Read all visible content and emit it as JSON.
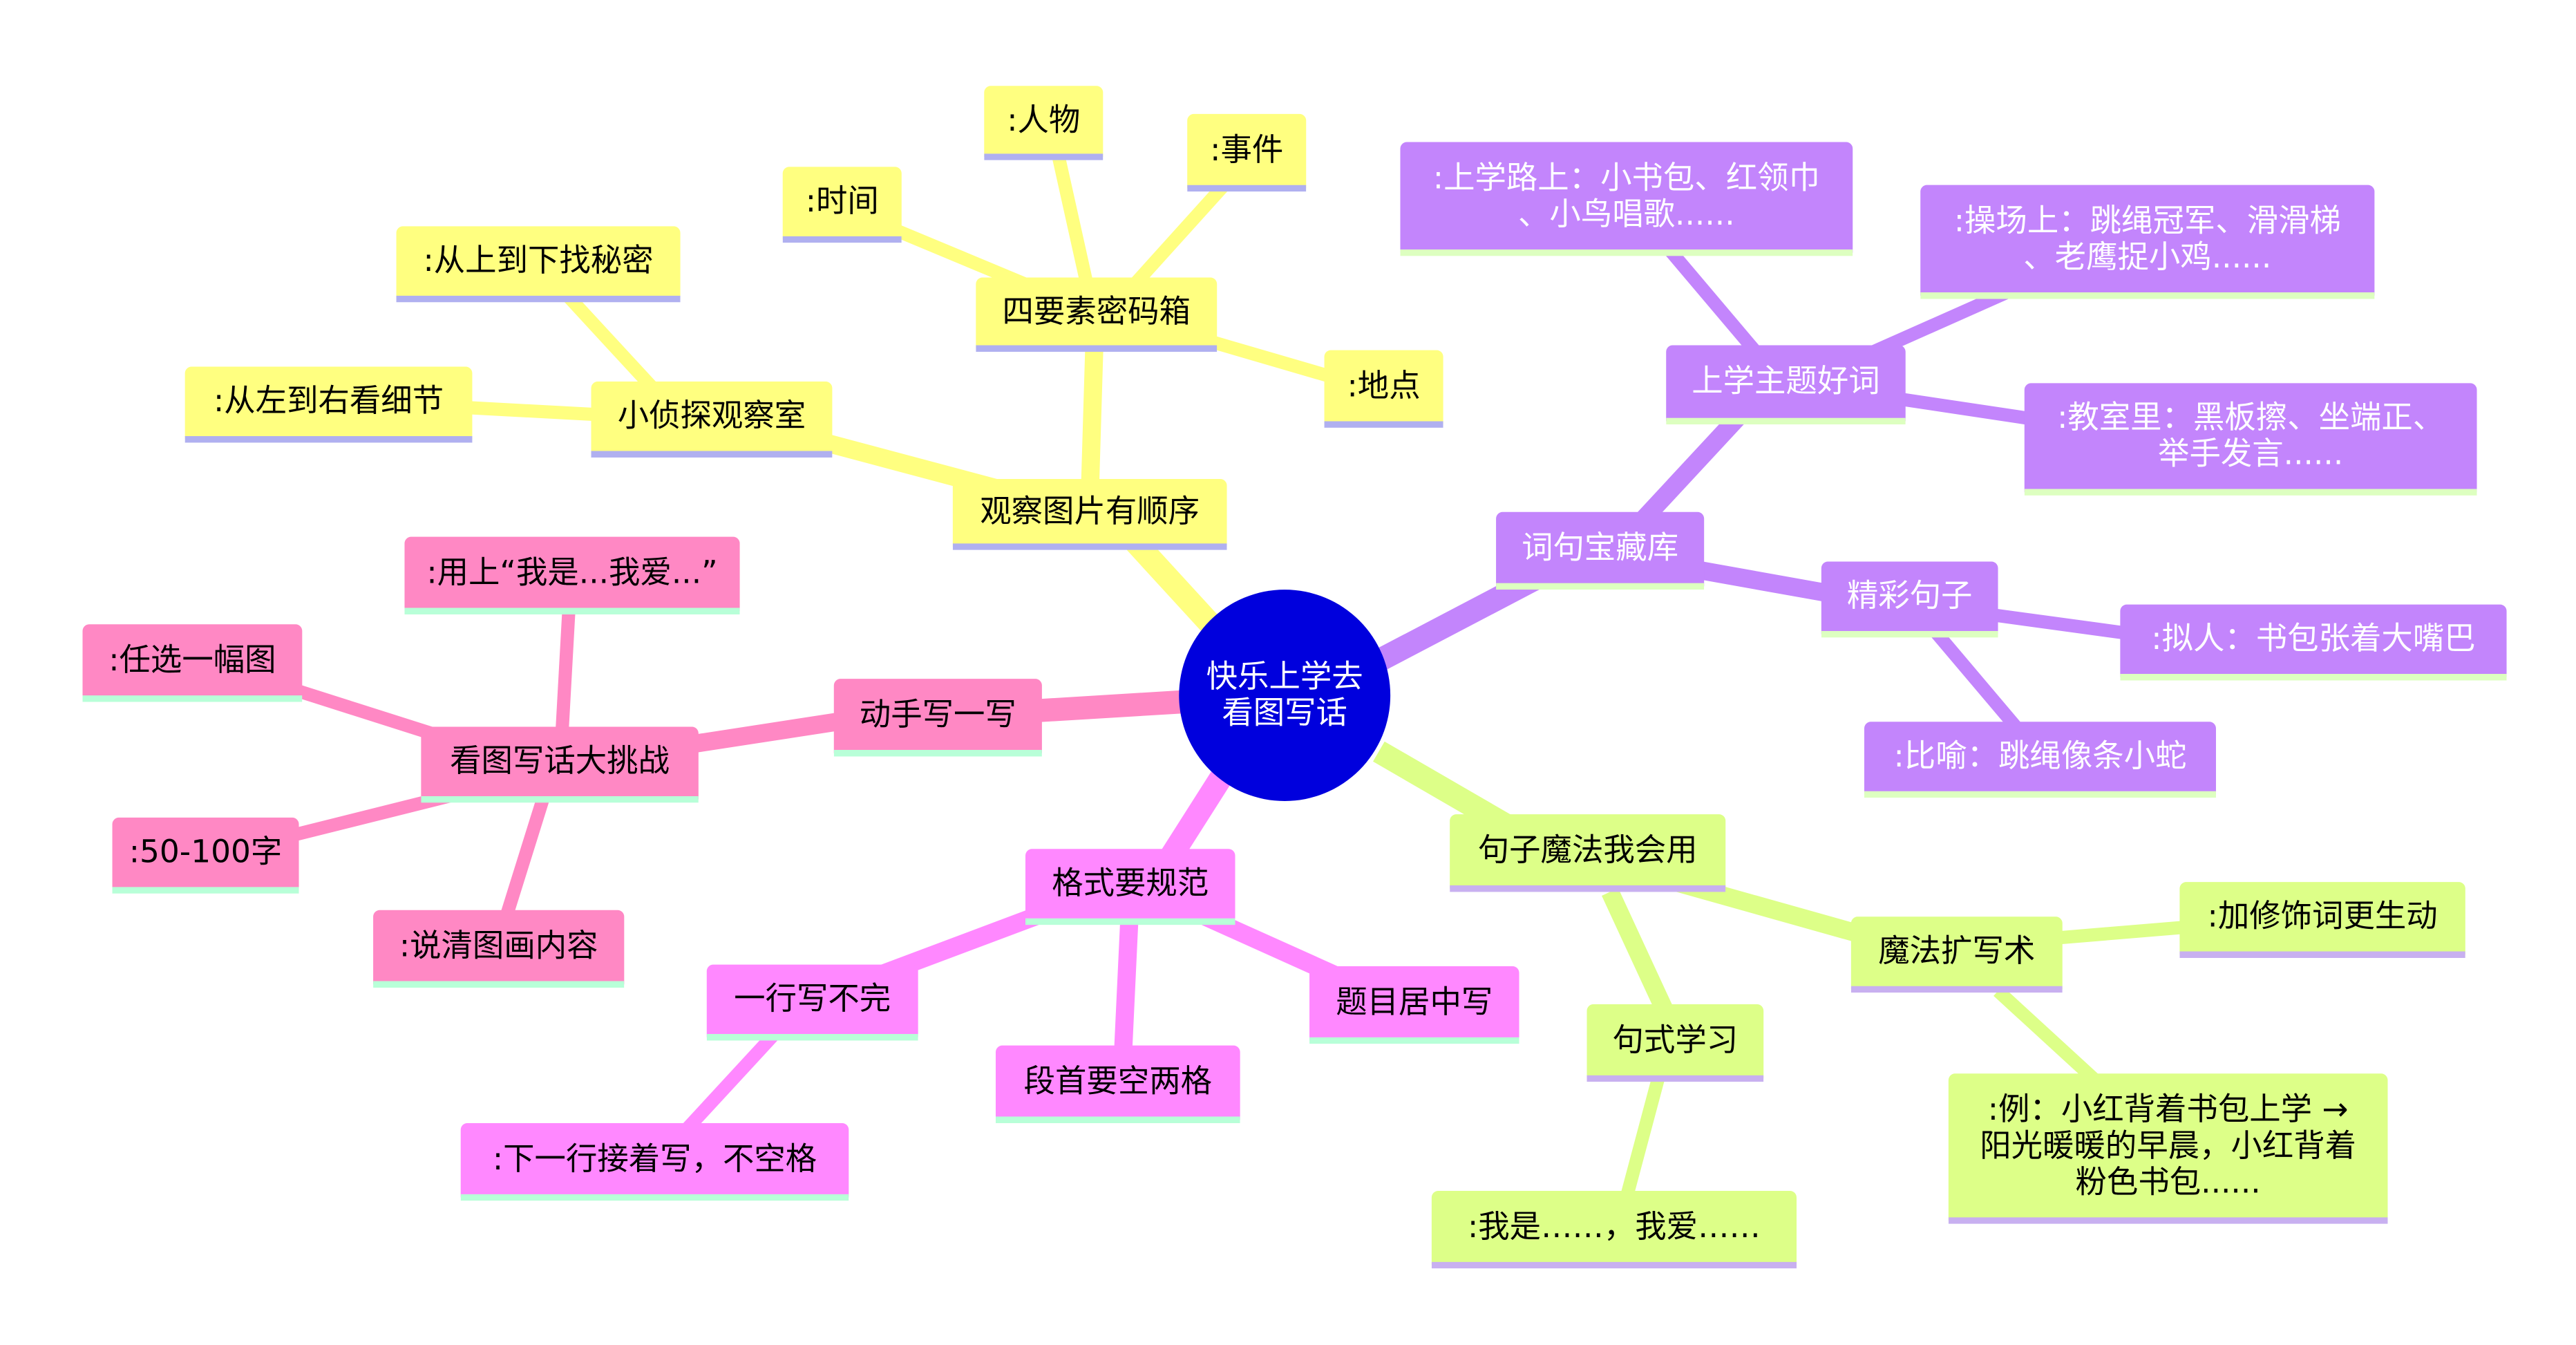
{
  "center": "快乐上学去\n看图写话",
  "colors": {
    "yellow": "#ffff80",
    "purple": "#c385fc",
    "green": "#ddff88",
    "pink": "#ff88c4",
    "magenta": "#ff88ff",
    "center": "#0000dd"
  },
  "observe": {
    "label": "观察图片有顺序",
    "elements": {
      "label": "四要素密码箱",
      "items": [
        ":时间",
        ":人物",
        ":事件",
        ":地点"
      ]
    },
    "detective": {
      "label": "小侦探观察室",
      "items": [
        ":从上到下找秘密",
        ":从左到右看细节"
      ]
    }
  },
  "words": {
    "label": "词句宝藏库",
    "theme": {
      "label": "上学主题好词",
      "items": [
        ":上学路上：小书包、红领巾\n、小鸟唱歌......",
        ":操场上：跳绳冠军、滑滑梯\n、老鹰捉小鸡......",
        ":教室里：黑板擦、坐端正、\n举手发言......"
      ]
    },
    "sentences": {
      "label": "精彩句子",
      "items": [
        ":拟人：书包张着大嘴巴",
        ":比喻：跳绳像条小蛇"
      ]
    }
  },
  "magic": {
    "label": "句子魔法我会用",
    "expand": {
      "label": "魔法扩写术",
      "items": [
        ":加修饰词更生动",
        ":例：小红背着书包上学 →\n阳光暖暖的早晨，小红背着\n粉色书包......"
      ]
    },
    "pattern": {
      "label": "句式学习",
      "items": [
        ":我是……，我爱……"
      ]
    }
  },
  "write": {
    "label": "动手写一写",
    "challenge": {
      "label": "看图写话大挑战",
      "items": [
        ":用上“我是...我爱...”",
        ":任选一幅图",
        ":50-100字",
        ":说清图画内容"
      ]
    }
  },
  "format": {
    "label": "格式要规范",
    "overflow": {
      "label": "一行写不完",
      "items": [
        ":下一行接着写，不空格"
      ]
    },
    "items": [
      "段首要空两格",
      "题目居中写"
    ]
  }
}
